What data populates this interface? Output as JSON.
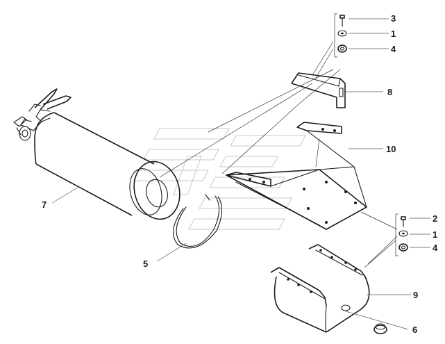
{
  "diagram": {
    "callouts": [
      {
        "id": "c3a",
        "text": "3"
      },
      {
        "id": "c1a",
        "text": "1"
      },
      {
        "id": "c4a",
        "text": "4"
      },
      {
        "id": "c8",
        "text": "8"
      },
      {
        "id": "c10",
        "text": "10"
      },
      {
        "id": "c7",
        "text": "7"
      },
      {
        "id": "c5",
        "text": "5"
      },
      {
        "id": "c2",
        "text": "2"
      },
      {
        "id": "c1b",
        "text": "1"
      },
      {
        "id": "c4b",
        "text": "4"
      },
      {
        "id": "c9",
        "text": "9"
      },
      {
        "id": "c6",
        "text": "6"
      }
    ]
  }
}
